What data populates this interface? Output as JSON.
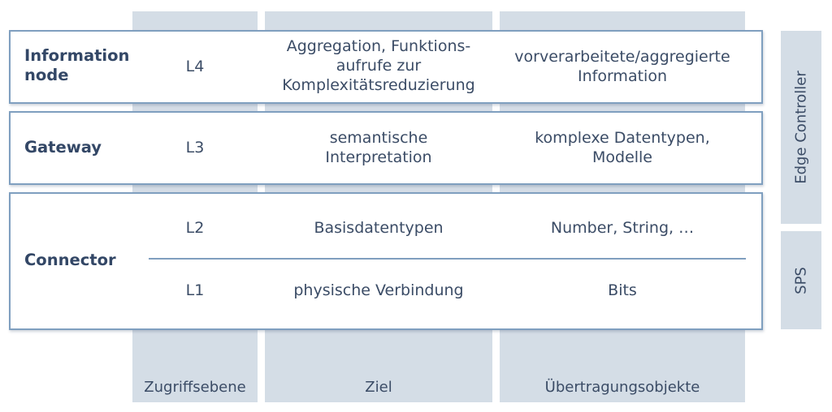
{
  "columns": {
    "level": "Zugriffsebene",
    "goal": "Ziel",
    "objects": "Übertragungsobjekte"
  },
  "rows": {
    "information_node": {
      "name_line1": "Information",
      "name_line2": "node",
      "level": "L4",
      "goal_line1": "Aggregation, Funktions-",
      "goal_line2": "aufrufe zur",
      "goal_line3": "Komplexitätsreduzierung",
      "objects_line1": "vorverarbeitete/aggregierte",
      "objects_line2": "Information"
    },
    "gateway": {
      "name": "Gateway",
      "level": "L3",
      "goal_line1": "semantische",
      "goal_line2": "Interpretation",
      "objects_line1": "komplexe Datentypen,",
      "objects_line2": "Modelle"
    },
    "connector": {
      "name": "Connector",
      "upper": {
        "level": "L2",
        "goal": "Basisdatentypen",
        "objects": "Number, String, …"
      },
      "lower": {
        "level": "L1",
        "goal": "physische Verbindung",
        "objects": "Bits"
      }
    }
  },
  "side_labels": {
    "edge_controller": "Edge Controller",
    "sps": "SPS"
  }
}
